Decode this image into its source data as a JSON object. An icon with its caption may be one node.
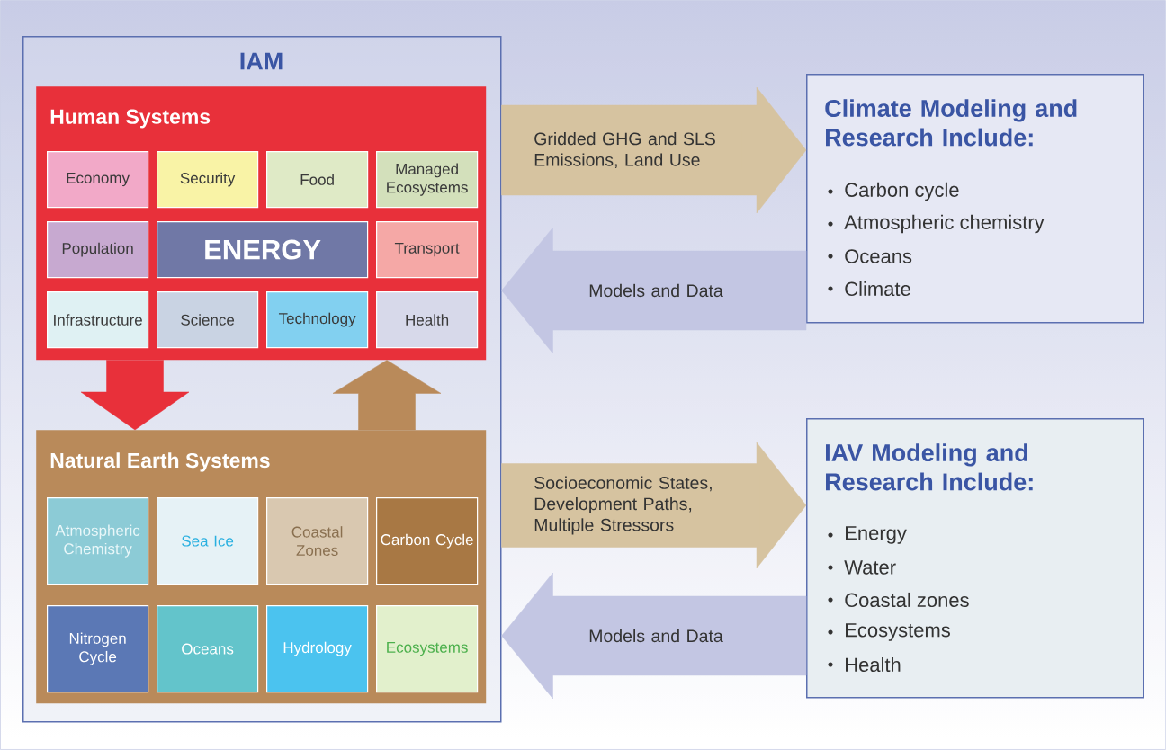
{
  "diagram": {
    "nodes": [
      {
        "text": [
          "IAM"
        ]
      },
      {
        "text": [
          "Human Systems"
        ],
        "in": 0
      },
      {
        "text": [
          "Economy"
        ],
        "in": 1
      },
      {
        "text": [
          "Security"
        ],
        "in": 1
      },
      {
        "text": [
          "Food"
        ],
        "in": 1
      },
      {
        "text": [
          "Managed Ecosystems"
        ],
        "in": 1
      },
      {
        "text": [
          "Population"
        ],
        "in": 1
      },
      {
        "text": [
          "ENERGY"
        ],
        "in": 1
      },
      {
        "text": [
          "Transport"
        ],
        "in": 1
      },
      {
        "text": [
          "Infrastructure"
        ],
        "in": 1
      },
      {
        "text": [
          "Science"
        ],
        "in": 1
      },
      {
        "text": [
          "Technology"
        ],
        "in": 1
      },
      {
        "text": [
          "Health"
        ],
        "in": 1
      },
      {
        "text": [
          "Natural Earth Systems"
        ],
        "in": 0
      },
      {
        "text": [
          "Atmospheric Chemistry"
        ],
        "in": 13
      },
      {
        "text": [
          "Sea Ice"
        ],
        "in": 13
      },
      {
        "text": [
          "Coastal Zones"
        ],
        "in": 13
      },
      {
        "text": [
          "Carbon Cycle"
        ],
        "in": 13
      },
      {
        "text": [
          "Nitrogen Cycle"
        ],
        "in": 13
      },
      {
        "text": [
          "Oceans"
        ],
        "in": 13
      },
      {
        "text": [
          "Hydrology"
        ],
        "in": 13
      },
      {
        "text": [
          "Ecosystems"
        ],
        "in": 13
      },
      {
        "text": [
          "Climate Modeling and Research Include:",
          "Carbon cycle",
          "Atmospheric chemistry",
          "Oceans",
          "Climate"
        ]
      },
      {
        "text": [
          "IAV Modeling and Research Include:",
          "Energy",
          "Water",
          "Coastal zones",
          "Ecosystems",
          "Health"
        ]
      }
    ],
    "edges": [
      {
        "from": 1,
        "to": 13,
        "arrow": "to",
        "style": "thick",
        "color": "#e8303a"
      },
      {
        "from": 13,
        "to": 1,
        "arrow": "to",
        "style": "thick",
        "color": "#b98a5a"
      },
      {
        "from": 0,
        "to": 22,
        "arrow": "to",
        "style": "thick",
        "color": "#d6c3a0",
        "label": "Gridded GHG and SLS Emissions, Land Use"
      },
      {
        "from": 22,
        "to": 0,
        "arrow": "to",
        "style": "thick",
        "color": "#c3c6e3",
        "label": "Models and Data"
      },
      {
        "from": 0,
        "to": 23,
        "arrow": "to",
        "style": "thick",
        "color": "#d6c3a0",
        "label": "Socioeconomic States, Development Paths, Multiple Stressors"
      },
      {
        "from": 23,
        "to": 0,
        "arrow": "to",
        "style": "thick",
        "color": "#c3c6e3",
        "label": "Models and Data"
      }
    ]
  }
}
